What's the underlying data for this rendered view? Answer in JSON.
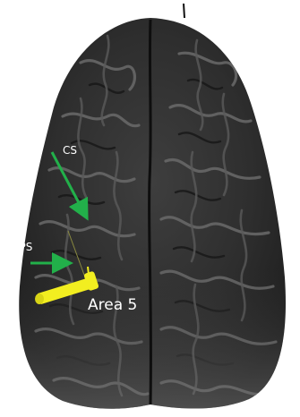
{
  "labels": {
    "cs": "CS",
    "ips": "IPS",
    "area": "Area 5"
  },
  "colors": {
    "background": "#ffffff",
    "brain_dark": "#2a2a2a",
    "brain_mid": "#4a4a4a",
    "brain_light": "#8a8a8a",
    "arrow_green": "#22b04a",
    "probe_yellow": "#f2ee20",
    "label_text": "#ffffff"
  }
}
